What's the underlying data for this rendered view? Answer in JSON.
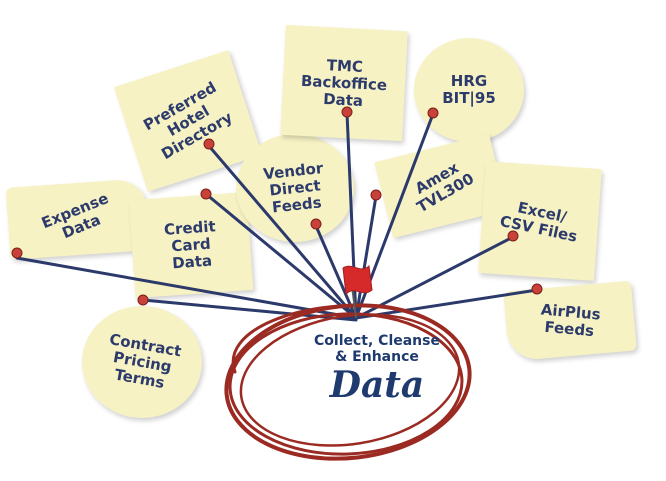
{
  "nodes": [
    {
      "id": "expense",
      "label": "Expense\nData"
    },
    {
      "id": "contract",
      "label": "Contract\nPricing\nTerms"
    },
    {
      "id": "credit",
      "label": "Credit\nCard\nData"
    },
    {
      "id": "hotel",
      "label": "Preferred\nHotel\nDirectory"
    },
    {
      "id": "vendor",
      "label": "Vendor\nDirect\nFeeds"
    },
    {
      "id": "tmc",
      "label": "TMC\nBackoffice\nData"
    },
    {
      "id": "hrg",
      "label": "HRG\nBIT|95"
    },
    {
      "id": "amex",
      "label": "Amex\nTVL300"
    },
    {
      "id": "excel",
      "label": "Excel/\nCSV Files"
    },
    {
      "id": "airplus",
      "label": "AirPlus\nFeeds"
    }
  ],
  "center": {
    "subtitle": "Collect, Cleanse\n& Enhance",
    "title": "Data"
  },
  "colors": {
    "note": "#f7f2c4",
    "text": "#2c3b6b",
    "line": "#2b3a6a",
    "circle": "#9b2a22",
    "flag": "#d62a2a",
    "pin": "#c9423a"
  }
}
